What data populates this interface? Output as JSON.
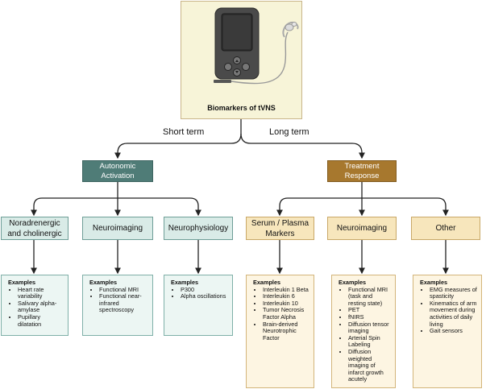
{
  "device": {
    "caption": "Biomarkers of tVNS"
  },
  "terms": {
    "short": "Short term",
    "long": "Long term"
  },
  "headers": {
    "autonomic": "Autonomic\nActivation",
    "treatment": "Treatment\nResponse"
  },
  "categories": {
    "noradrenergic": "Noradrenergic\nand cholinergic",
    "neuroimaging_short": "Neuroimaging",
    "neurophysiology": "Neurophysiology",
    "serum": "Serum / Plasma\nMarkers",
    "neuroimaging_long": "Neuroimaging",
    "other": "Other"
  },
  "examples_title": "Examples",
  "examples": {
    "noradrenergic": [
      "Heart rate variability",
      "Salivary alpha-amylase",
      "Pupillary dilatation"
    ],
    "neuroimaging_short": [
      "Functional MRI",
      "Functional near-infrared spectroscopy"
    ],
    "neurophysiology": [
      "P300",
      "Alpha oscillations"
    ],
    "serum": [
      "Interleukin 1 Beta",
      "Interleukin 6",
      "Interleukin 10",
      "Tumor Necrosis Factor Alpha",
      "Brain-derived Neurotrophic Factor"
    ],
    "neuroimaging_long": [
      "Functional MRI (task and resting state)",
      "PET",
      "fNIRS",
      "Diffusion tensor imaging",
      "Arterial Spin Labeling",
      "Diffusion weighted imaging of infarct growth acutely"
    ],
    "other": [
      "EMG measures of spasticity",
      "Kinematics of arm movement during activities of daily living",
      "Gait sensors"
    ]
  },
  "colors": {
    "autonomic": "#4f7c77",
    "treatment": "#a7782e",
    "green_light": "#d9ebe7",
    "tan_light": "#f7e6bc",
    "device_bg": "#f7f4d8"
  },
  "icons": [
    "tvns-device-icon",
    "ear-electrode-icon"
  ]
}
